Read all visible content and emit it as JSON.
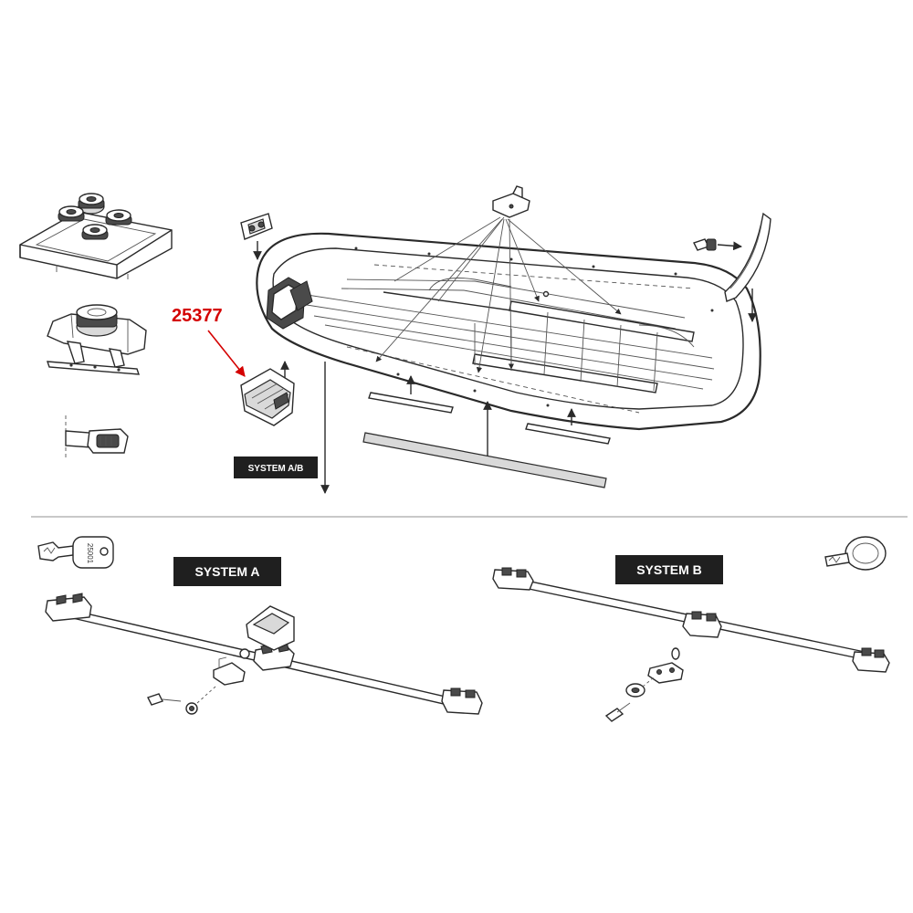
{
  "callout": {
    "part_number": "25377",
    "color": "#d40000"
  },
  "labels": {
    "system_ab": "SYSTEM A/B",
    "system_a": "SYSTEM A",
    "system_b": "SYSTEM B"
  },
  "key_a": {
    "stamp": "25001"
  },
  "colors": {
    "label_bg": "#1f1f1f",
    "line": "#2a2a2a",
    "divider": "#c8c8c8"
  },
  "icons": [
    "lock-mechanism-icon",
    "lock-knob-icon",
    "strap-buckle-icon",
    "key-a-icon",
    "key-b-icon",
    "roof-box-icon"
  ]
}
